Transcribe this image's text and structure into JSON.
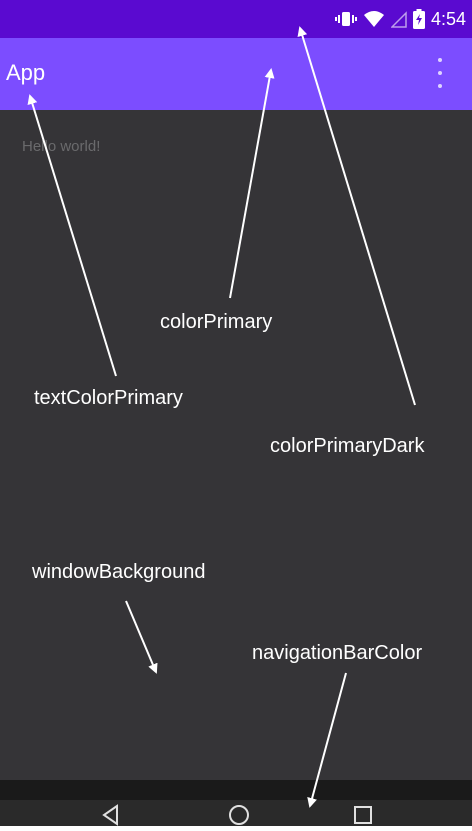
{
  "status_bar": {
    "time": "4:54",
    "icons": [
      "vibrate-icon",
      "wifi-icon",
      "cell-signal-icon",
      "battery-charging-icon"
    ],
    "color": "#5a0ad0"
  },
  "app_bar": {
    "title": "App",
    "menu_icon": "more-vert-icon",
    "color": "#7c4dff"
  },
  "content": {
    "hello_text": "Hello world!",
    "background": "#353437"
  },
  "annotations": {
    "color_primary": "colorPrimary",
    "text_color_primary": "textColorPrimary",
    "color_primary_dark": "colorPrimaryDark",
    "window_background": "windowBackground",
    "navigation_bar_color": "navigationBarColor"
  },
  "nav_bar": {
    "buttons": [
      "back-icon",
      "home-icon",
      "recents-icon"
    ],
    "color": "#1a1a1a"
  }
}
